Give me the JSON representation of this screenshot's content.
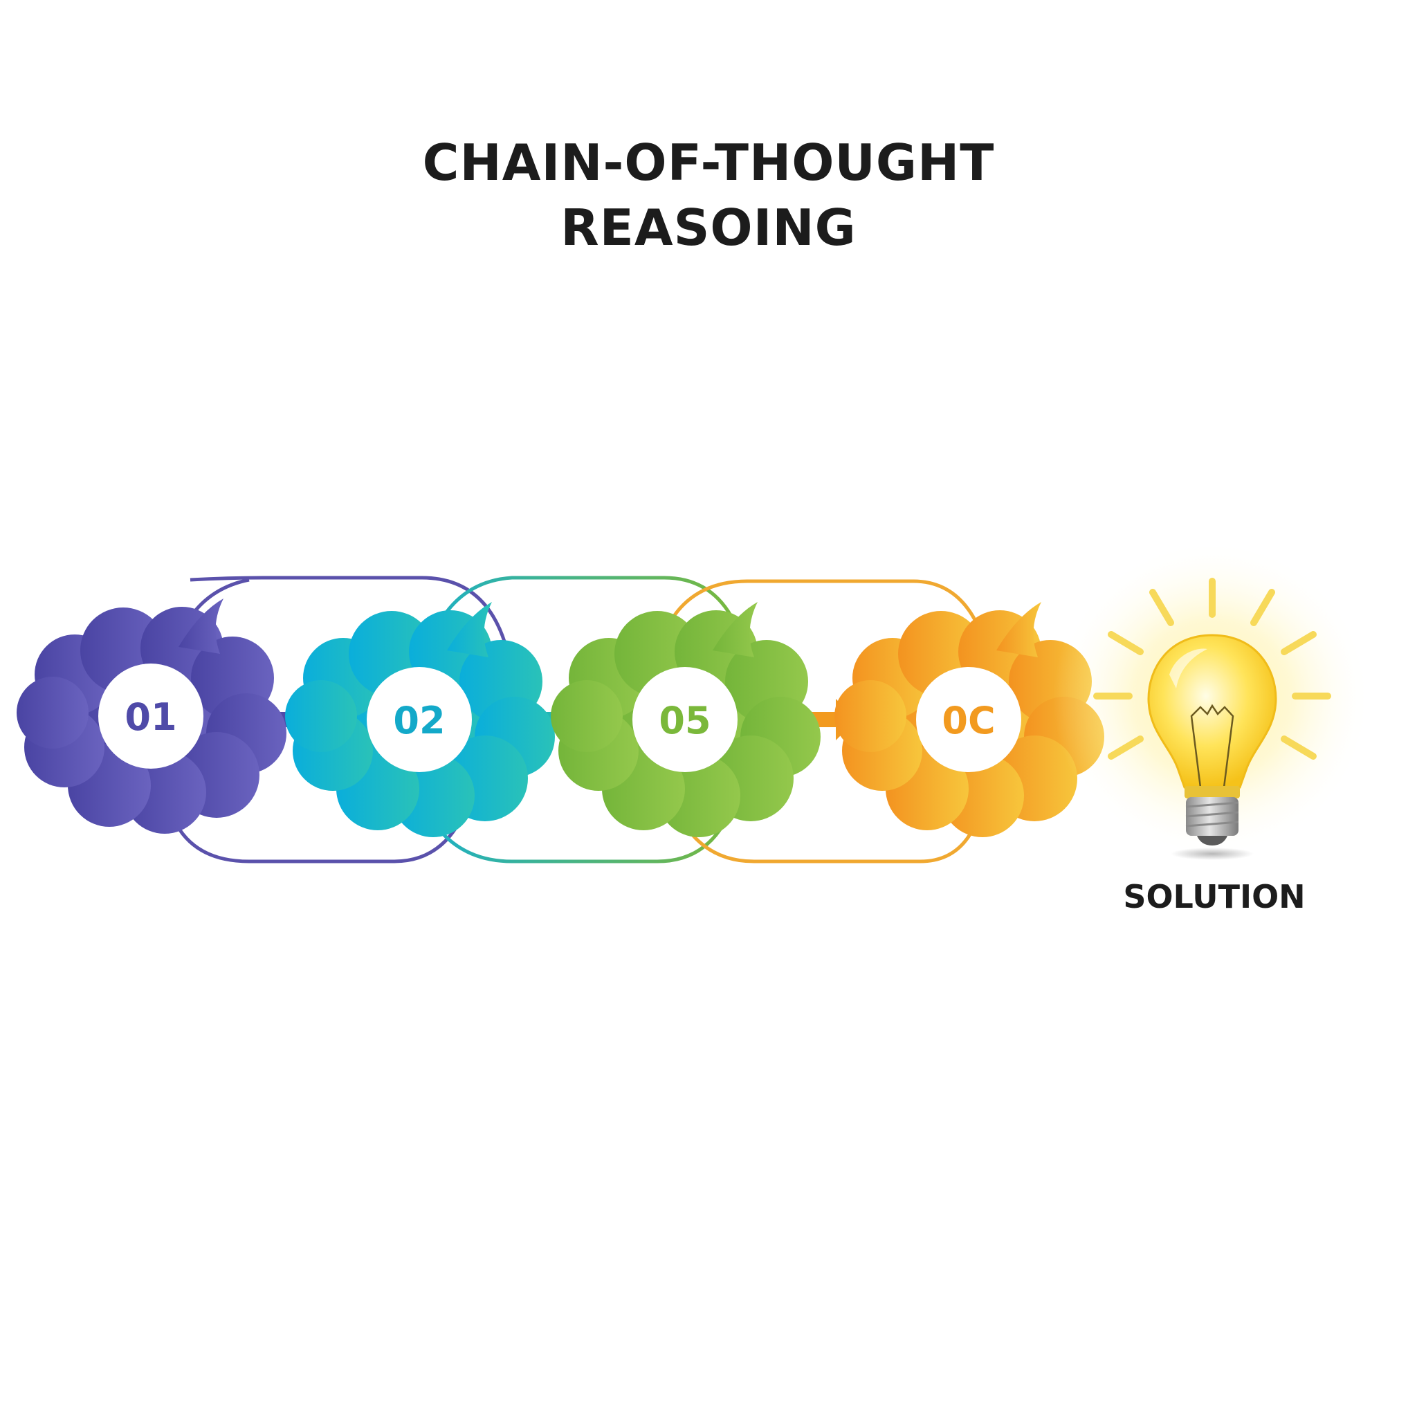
{
  "title": {
    "line1": "CHAIN-OF-THOUGHT",
    "line2": "REASOING"
  },
  "steps": [
    {
      "label": "01",
      "color": "#4f4aa8",
      "color_light": "#6a63bf",
      "icon": "thought-cloud-icon"
    },
    {
      "label": "02",
      "color": "#13a9c9",
      "color_light": "#22c0c0",
      "icon": "thought-cloud-icon"
    },
    {
      "label": "05",
      "color": "#7ab83a",
      "color_light": "#92c94a",
      "icon": "thought-cloud-icon"
    },
    {
      "label": "0C",
      "color": "#f29a1f",
      "color_light": "#f6bf38",
      "icon": "thought-cloud-icon"
    }
  ],
  "solution": {
    "label": "SOLUTION",
    "icon": "lightbulb-icon",
    "glow_color": "#ffe680"
  },
  "link_colors": [
    "#5a51ab",
    "#2fb3a8",
    "#f0a830"
  ]
}
